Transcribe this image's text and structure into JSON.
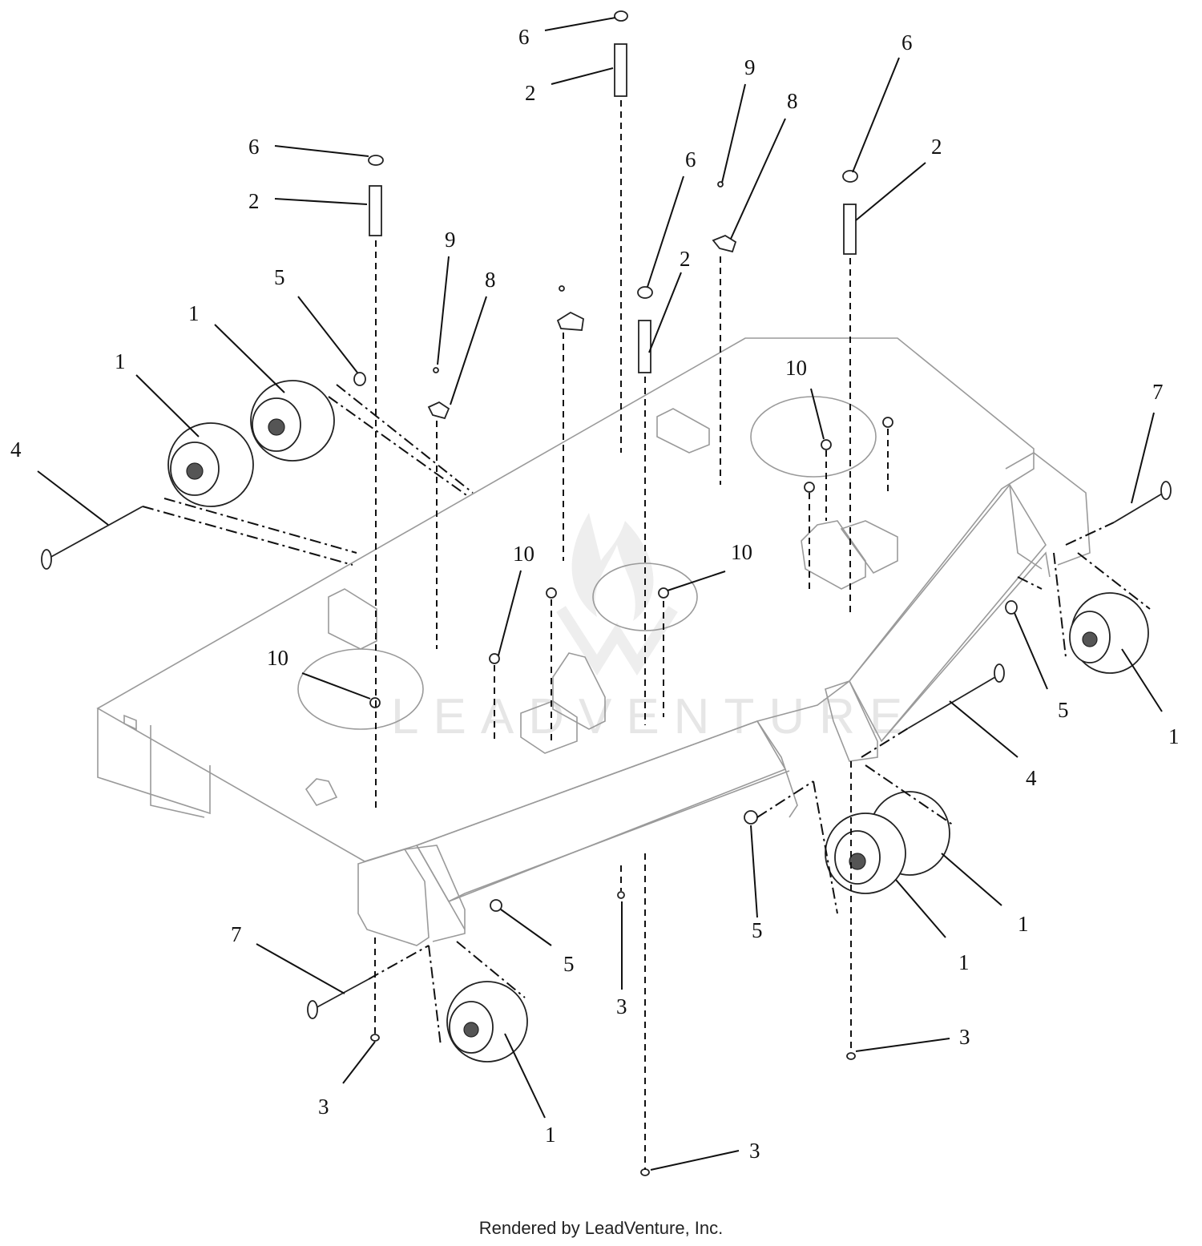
{
  "footer": "Rendered by LeadVenture, Inc.",
  "watermark": "LEADVENTURE",
  "callouts": [
    {
      "id": "6a",
      "text": "6"
    },
    {
      "id": "2a",
      "text": "2"
    },
    {
      "id": "6b",
      "text": "6"
    },
    {
      "id": "2b",
      "text": "2"
    },
    {
      "id": "9a",
      "text": "9"
    },
    {
      "id": "8a",
      "text": "8"
    },
    {
      "id": "6c",
      "text": "6"
    },
    {
      "id": "2c",
      "text": "2"
    },
    {
      "id": "9b",
      "text": "9"
    },
    {
      "id": "8b",
      "text": "8"
    },
    {
      "id": "6d",
      "text": "6"
    },
    {
      "id": "2d",
      "text": "2"
    },
    {
      "id": "5a",
      "text": "5"
    },
    {
      "id": "1a",
      "text": "1"
    },
    {
      "id": "1b",
      "text": "1"
    },
    {
      "id": "4a",
      "text": "4"
    },
    {
      "id": "10a",
      "text": "10"
    },
    {
      "id": "7a",
      "text": "7"
    },
    {
      "id": "10b",
      "text": "10"
    },
    {
      "id": "10c",
      "text": "10"
    },
    {
      "id": "10d",
      "text": "10"
    },
    {
      "id": "5b",
      "text": "5"
    },
    {
      "id": "1c",
      "text": "1"
    },
    {
      "id": "4b",
      "text": "4"
    },
    {
      "id": "5c",
      "text": "5"
    },
    {
      "id": "1d",
      "text": "1"
    },
    {
      "id": "1e",
      "text": "1"
    },
    {
      "id": "7b",
      "text": "7"
    },
    {
      "id": "5d",
      "text": "5"
    },
    {
      "id": "3a",
      "text": "3"
    },
    {
      "id": "3b",
      "text": "3"
    },
    {
      "id": "1f",
      "text": "1"
    },
    {
      "id": "3c",
      "text": "3"
    },
    {
      "id": "3d",
      "text": "3"
    }
  ]
}
